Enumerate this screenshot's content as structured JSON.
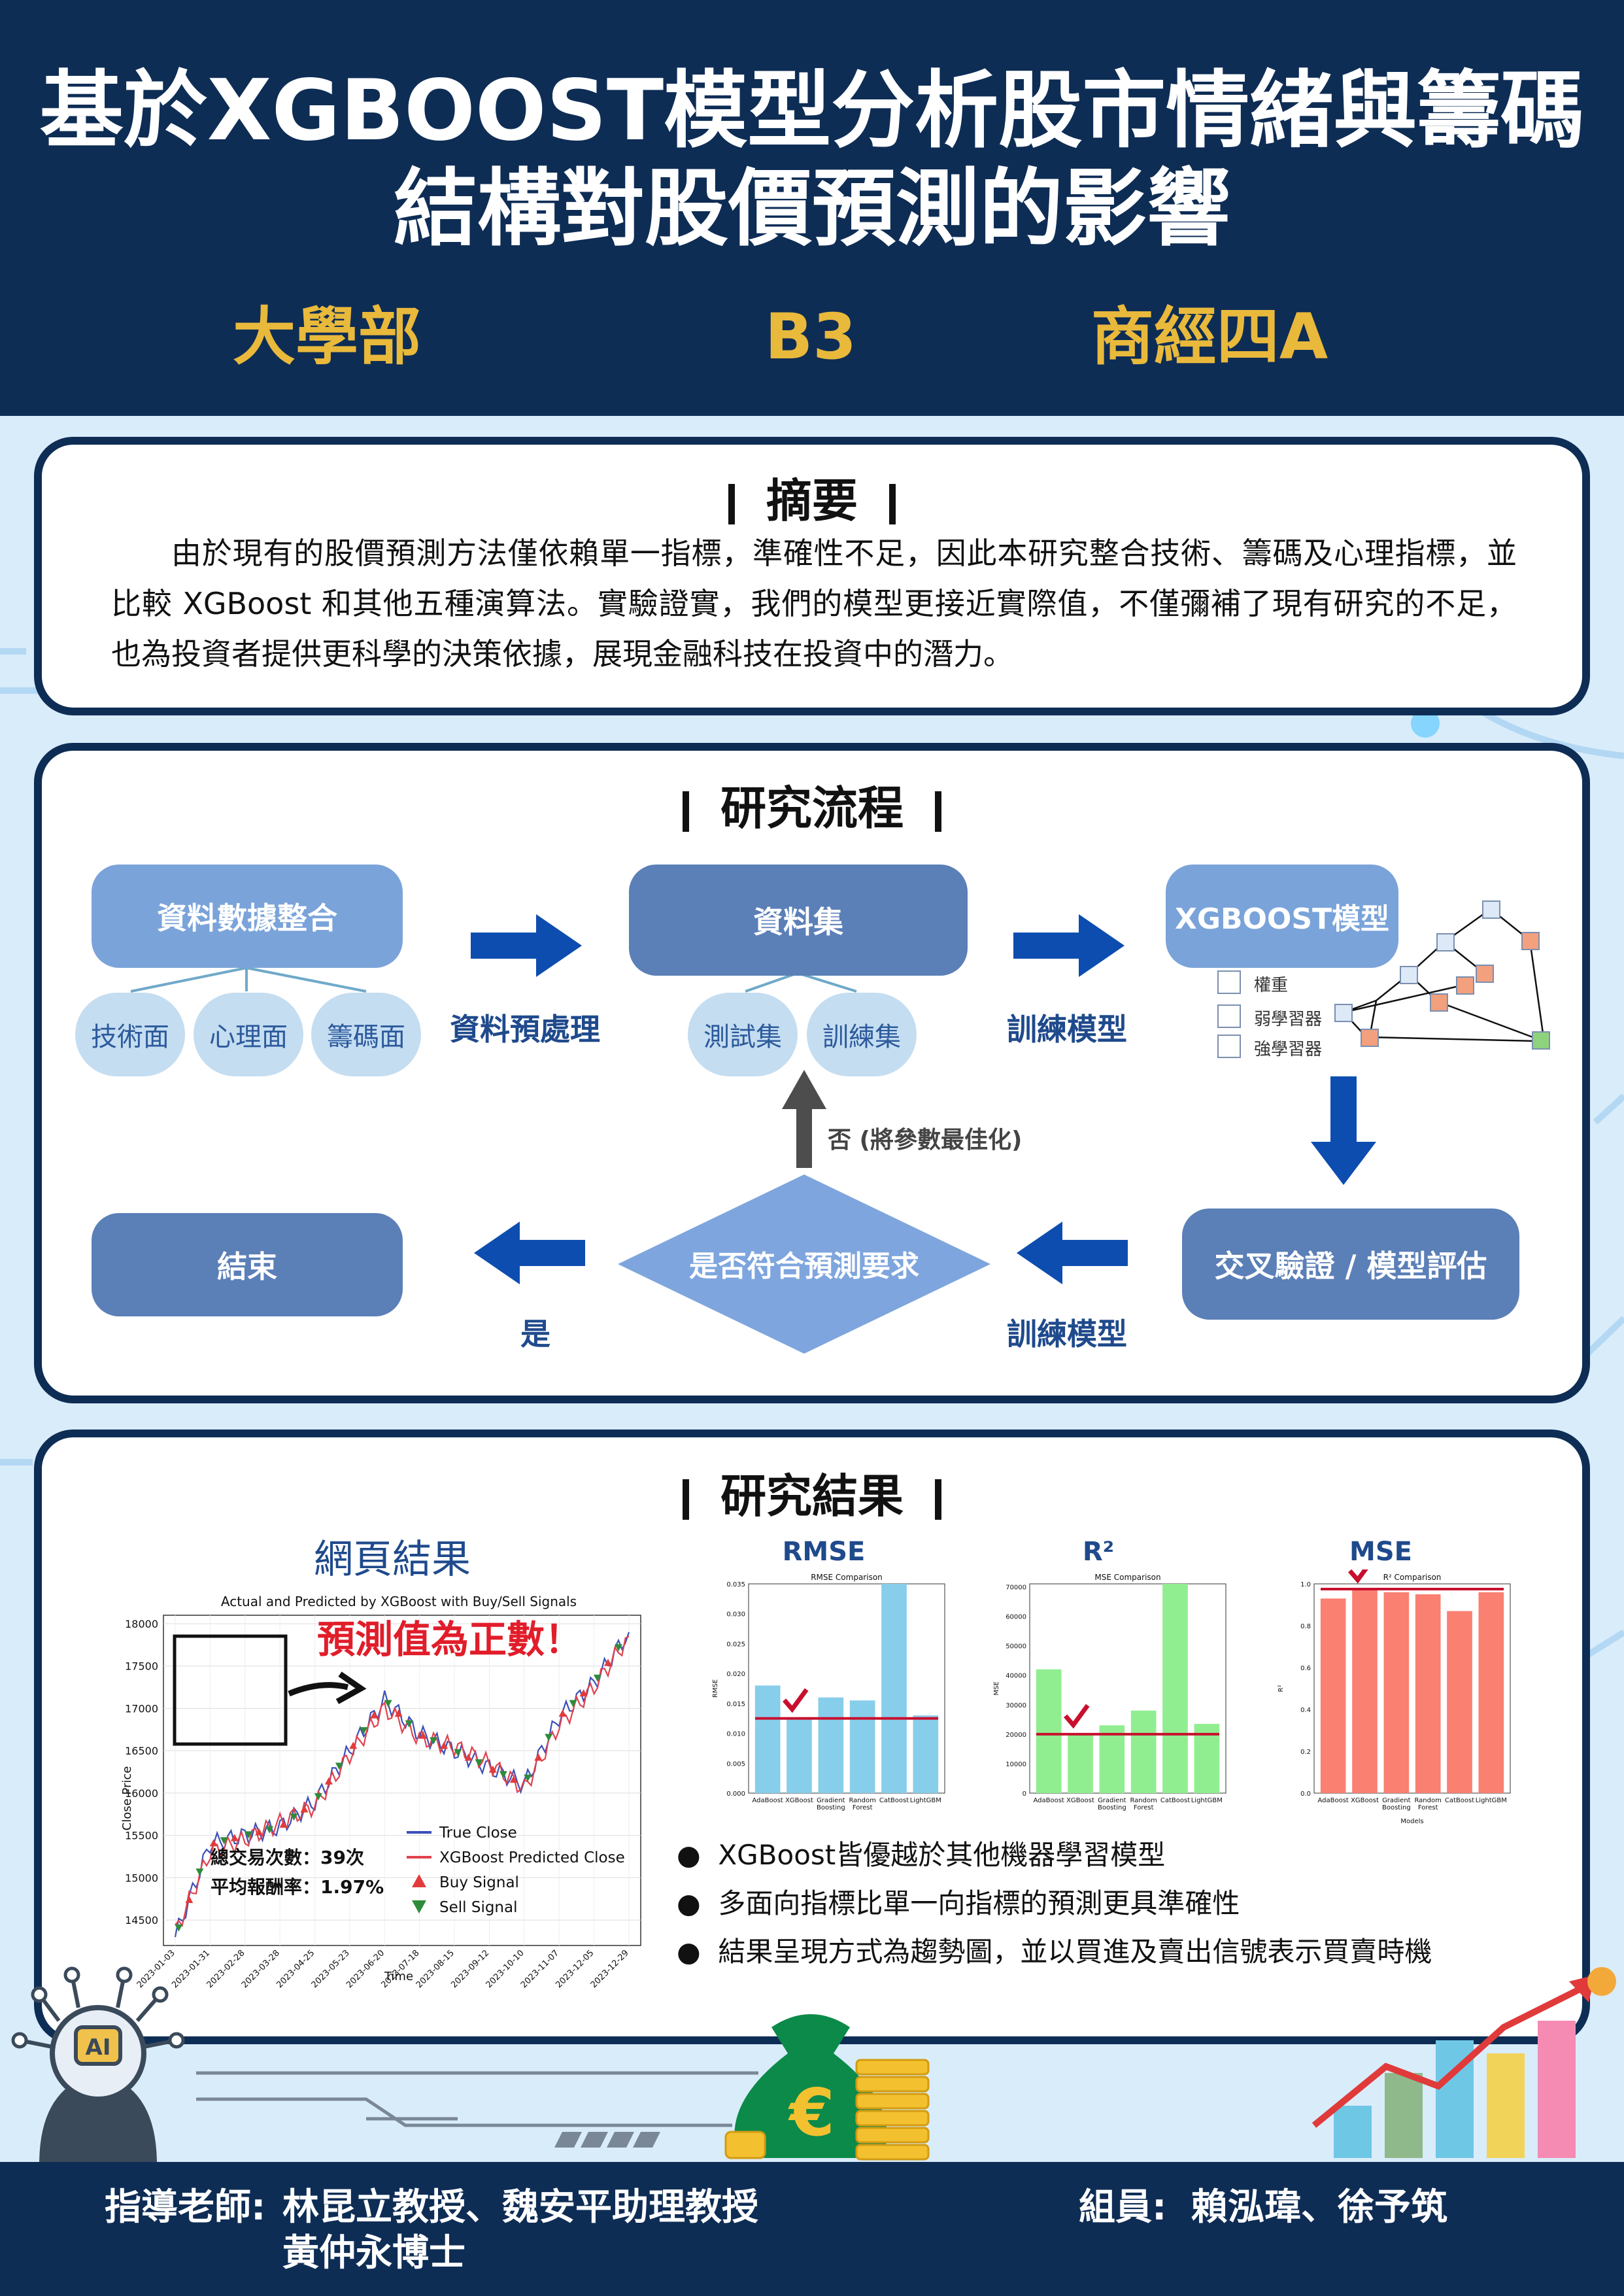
{
  "header": {
    "title_line1": "基於XGBOOST模型分析股市情緒與籌碼",
    "title_line2": "結構對股價預測的影響",
    "department": "大學部",
    "booth": "B3",
    "class_name": "商經四A"
  },
  "abstract": {
    "title": "摘要",
    "text": "由於現有的股價預測方法僅依賴單一指標，準確性不足，因此本研究整合技術、籌碼及心理指標，並比較 XGBoost 和其他五種演算法。實驗證實，我們的模型更接近實際值，不僅彌補了現有研究的不足，也為投資者提供更科學的決策依據，展現金融科技在投資中的潛力。"
  },
  "flow": {
    "title": "研究流程",
    "data_integration": "資料數據整合",
    "pills_left": [
      "技術面",
      "心理面",
      "籌碼面"
    ],
    "preprocess": "資料預處理",
    "dataset": "資料集",
    "pills_mid": [
      "測試集",
      "訓練集"
    ],
    "train_model_1": "訓練模型",
    "xgboost_model": "XGBOOST模型",
    "legend": [
      "權重",
      "弱學習器",
      "強學習器"
    ],
    "legend_colors": [
      "#dde9f7",
      "#f2a07d",
      "#8fd27e"
    ],
    "cross_validation": "交叉驗證 / 模型評估",
    "train_model_2": "訓練模型",
    "decision": "是否符合預測要求",
    "no_label": "否 (將參數最佳化)",
    "yes_label": "是",
    "end": "結束"
  },
  "results": {
    "title": "研究結果",
    "web_results": "網頁結果",
    "callout": "預測值為正數！",
    "trades": "總交易次數：39次",
    "avg_return": "平均報酬率：1.97%",
    "bullets": [
      "XGBoost皆優越於其他機器學習模型",
      "多面向指標比單一向指標的預測更具準確性",
      "結果呈現方式為趨勢圖，並以買進及賣出信號表示買賣時機"
    ],
    "rmse_heading": "RMSE",
    "r2_heading": "R²",
    "mse_heading": "MSE"
  },
  "chart_data": [
    {
      "type": "line",
      "title": "Actual and Predicted by XGBoost with Buy/Sell Signals",
      "xlabel": "Time",
      "ylabel": "Close Price",
      "ylim": [
        14200,
        18100
      ],
      "yticks": [
        "18000",
        "17500",
        "17000",
        "16500",
        "16000",
        "15500",
        "15000",
        "14500"
      ],
      "x": [
        "2023-01-03",
        "2023-01-31",
        "2023-02-28",
        "2023-03-28",
        "2023-04-25",
        "2023-05-23",
        "2023-06-20",
        "2023-07-18",
        "2023-08-15",
        "2023-09-12",
        "2023-10-10",
        "2023-11-07",
        "2023-12-05",
        "2023-12-29"
      ],
      "series": [
        {
          "name": "True Close",
          "color": "#3c4fb8",
          "values": [
            14300,
            15400,
            15500,
            15600,
            15900,
            16500,
            17100,
            16700,
            16500,
            16300,
            16100,
            16900,
            17300,
            17900
          ]
        },
        {
          "name": "XGBoost Predicted Close",
          "color": "#e0424d",
          "values": [
            14350,
            15300,
            15450,
            15650,
            15850,
            16450,
            17000,
            16650,
            16550,
            16350,
            16050,
            16800,
            17250,
            17850
          ]
        }
      ],
      "markers": [
        {
          "name": "Buy Signal",
          "color": "#e33b3b"
        },
        {
          "name": "Sell Signal",
          "color": "#2e8b3a"
        }
      ],
      "grid": true,
      "legend": "bottom-right"
    },
    {
      "type": "bar",
      "title": "RMSE Comparison",
      "ylabel": "RMSE",
      "categories": [
        "AdaBoost",
        "XGBoost",
        "Gradient Boosting",
        "Random Forest",
        "CatBoost",
        "LightGBM"
      ],
      "values": [
        0.018,
        0.0125,
        0.016,
        0.0155,
        0.035,
        0.013
      ],
      "ylim": [
        0,
        0.035
      ],
      "yticks": [
        "0.000",
        "0.005",
        "0.010",
        "0.015",
        "0.020",
        "0.025",
        "0.030",
        "0.035"
      ],
      "color": "#87ceeb",
      "reference_line": 0.0125
    },
    {
      "type": "bar",
      "title": "MSE Comparison",
      "ylabel": "MSE",
      "categories": [
        "AdaBoost",
        "XGBoost",
        "Gradient Boosting",
        "Random Forest",
        "CatBoost",
        "LightGBM"
      ],
      "values": [
        42000,
        20000,
        23000,
        28000,
        71000,
        23500
      ],
      "ylim": [
        0,
        71000
      ],
      "yticks": [
        "0",
        "10000",
        "20000",
        "30000",
        "40000",
        "50000",
        "60000",
        "70000"
      ],
      "color": "#90ee90",
      "reference_line": 20000
    },
    {
      "type": "bar",
      "title": "R² Comparison",
      "xlabel": "Models",
      "ylabel": "R²",
      "categories": [
        "AdaBoost",
        "XGBoost",
        "Gradient Boosting",
        "Random Forest",
        "CatBoost",
        "LightGBM"
      ],
      "values": [
        0.93,
        0.97,
        0.96,
        0.95,
        0.87,
        0.96
      ],
      "ylim": [
        0,
        1.0
      ],
      "yticks": [
        "0.0",
        "0.2",
        "0.4",
        "0.6",
        "0.8",
        "1.0"
      ],
      "color": "#fa8072",
      "reference_line": 0.975
    }
  ],
  "footer": {
    "advisor_label": "指導老師:",
    "advisor_names_1": "林昆立教授、魏安平助理教授",
    "advisor_names_2": "黃仲永博士",
    "members_label": "組員:",
    "members": "賴泓瑋、徐予筑"
  },
  "decor": {
    "ai_badge": "AI",
    "euro_symbol": "€"
  }
}
